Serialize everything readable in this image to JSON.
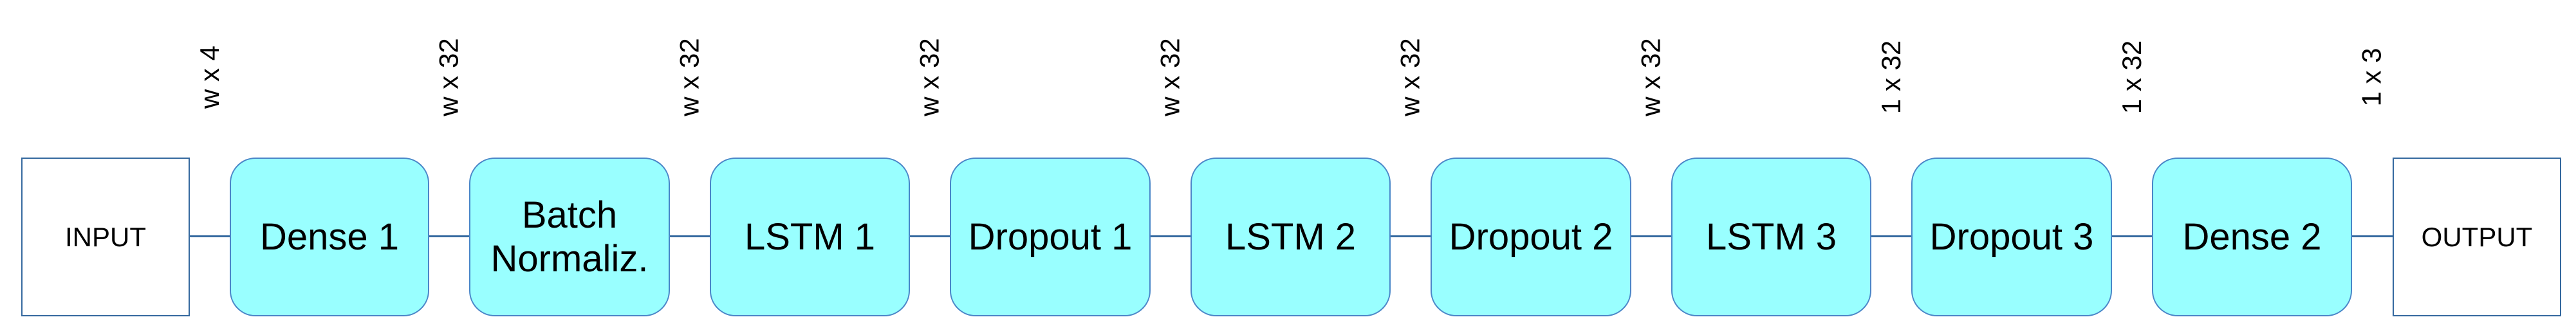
{
  "diagram": {
    "description": "Neural network architecture pipeline diagram",
    "colors": {
      "node_fill": "#99FFFF",
      "node_border": "#4a86c8",
      "io_border": "#35699F",
      "connector": "#35699F",
      "text": "#000000",
      "background": "#ffffff"
    },
    "boxes": [
      {
        "label": "INPUT",
        "kind": "io"
      },
      {
        "label": "Dense 1",
        "kind": "layer"
      },
      {
        "label": "Batch\nNormaliz.",
        "kind": "layer"
      },
      {
        "label": "LSTM 1",
        "kind": "layer"
      },
      {
        "label": "Dropout 1",
        "kind": "layer"
      },
      {
        "label": "LSTM 2",
        "kind": "layer"
      },
      {
        "label": "Dropout 2",
        "kind": "layer"
      },
      {
        "label": "LSTM 3",
        "kind": "layer"
      },
      {
        "label": "Dropout 3",
        "kind": "layer"
      },
      {
        "label": "Dense 2",
        "kind": "layer"
      },
      {
        "label": "OUTPUT",
        "kind": "io"
      }
    ],
    "dim_labels": [
      {
        "text": "w x 4"
      },
      {
        "text": "w x 32"
      },
      {
        "text": "w x 32"
      },
      {
        "text": "w x 32"
      },
      {
        "text": "w x 32"
      },
      {
        "text": "w x 32"
      },
      {
        "text": "w x 32"
      },
      {
        "text": "1 x 32"
      },
      {
        "text": "1 x 32"
      },
      {
        "text": "1 x 3"
      }
    ]
  }
}
